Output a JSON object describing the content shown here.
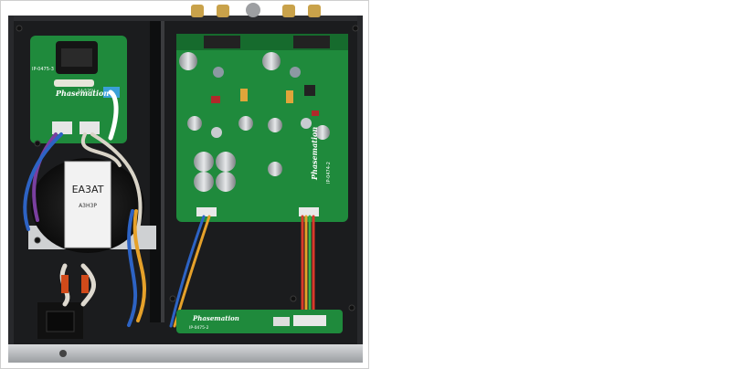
{
  "photo": {
    "subject": "amplifier-chassis-top-view",
    "colors": {
      "chassis": "#1b1c1e",
      "pcb": "#1f8a3c",
      "pcb_dark": "#166b2d",
      "front_panel": "#b9bcbf",
      "transformer_label": "#f2f2f2"
    }
  },
  "boards": {
    "power_board": {
      "part_no": "IP-0475-3",
      "brand": "Phasemation",
      "fuse_rating": "1A/125V"
    },
    "main_board": {
      "brand": "Phasemation",
      "part_no": "IP-0474-2"
    },
    "bottom_board": {
      "brand": "Phasemation",
      "part_no": "IP-0475-2"
    }
  },
  "transformer": {
    "label_line1": "EA3AT",
    "label_line2": "A3H3P"
  }
}
